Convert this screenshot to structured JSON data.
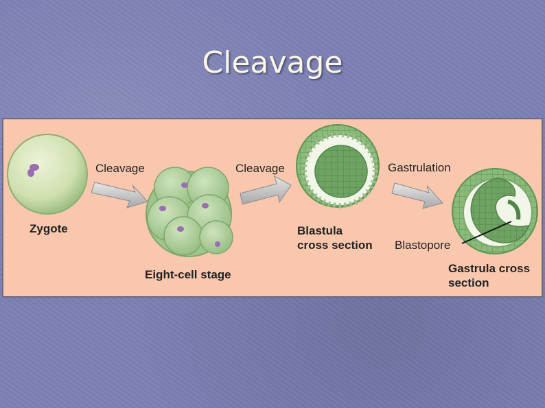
{
  "title": "Cleavage",
  "figure": {
    "labels": {
      "zygote": "Zygote",
      "cleavage_1": "Cleavage",
      "eight_cell": "Eight-cell stage",
      "cleavage_2": "Cleavage",
      "blastula": "Blastula\ncross section",
      "gastrulation": "Gastrulation",
      "blastopore": "Blastopore",
      "gastrula": "Gastrula cross\nsection"
    }
  },
  "colors": {
    "background": "#7b7fb3",
    "panel": "#f8c7ae",
    "cell_green": "#a9cc98",
    "nucleus_purple": "#9a6fb0",
    "title_text": "#fbf7e6"
  }
}
